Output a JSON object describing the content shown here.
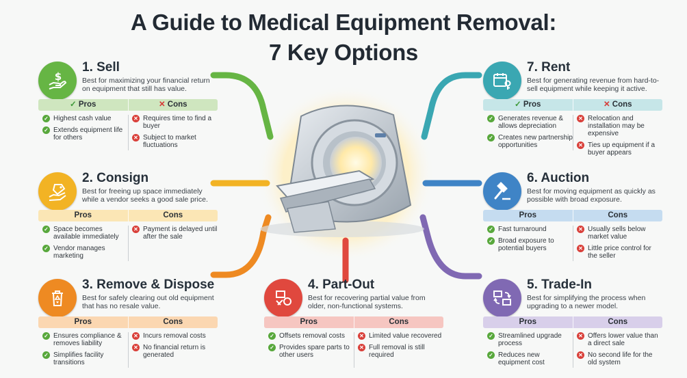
{
  "title_line1": "A Guide to Medical Equipment Removal:",
  "title_line2": "7 Key Options",
  "pros_label": "Pros",
  "cons_label": "Cons",
  "check_glyph": "✓",
  "cross_glyph": "✕",
  "cards": [
    {
      "id": "sell",
      "title": "1. Sell",
      "desc": "Best for maximizing your financial return on equipment that still has value.",
      "color": "#66b544",
      "bar": "#cfe6bf",
      "icon": "dollar-hand-icon",
      "marks": true,
      "pros": [
        "Highest cash value",
        "Extends equipment life for others"
      ],
      "cons": [
        "Requires time to find a buyer",
        "Subject to market fluctuations"
      ]
    },
    {
      "id": "consign",
      "title": "2. Consign",
      "desc": "Best for freeing up space immediately while a vendor seeks a good sale price.",
      "color": "#f2b324",
      "bar": "#fbe6b5",
      "icon": "tag-hand-icon",
      "marks": false,
      "pros": [
        "Space becomes available immediately",
        "Vendor manages marketing"
      ],
      "cons": [
        "Payment is delayed until after the sale"
      ]
    },
    {
      "id": "dispose",
      "title": "3. Remove & Dispose",
      "desc": "Best for safely clearing out old equipment that has no resale value.",
      "color": "#ee8a22",
      "bar": "#fbd7b1",
      "icon": "trash-recycle-icon",
      "marks": false,
      "pros": [
        "Ensures compliance & removes liability",
        "Simplifies facility transitions"
      ],
      "cons": [
        "Incurs removal costs",
        "No financial return is generated"
      ]
    },
    {
      "id": "partout",
      "title": "4. Part-Out",
      "desc": "Best for recovering partial value from older, non-functional systems.",
      "color": "#e0483e",
      "bar": "#f6c6c1",
      "icon": "parts-icon",
      "marks": false,
      "pros": [
        "Offsets removal costs",
        "Provides spare parts to other users"
      ],
      "cons": [
        "Limited value recovered",
        "Full removal is still required"
      ]
    },
    {
      "id": "tradein",
      "title": "5. Trade-In",
      "desc": "Best for simplifying the process when upgrading to a newer model.",
      "color": "#8069b3",
      "bar": "#d8cfea",
      "icon": "trade-monitors-icon",
      "marks": false,
      "pros": [
        "Streamlined upgrade process",
        "Reduces new equipment cost"
      ],
      "cons": [
        "Offers lower value than a direct sale",
        "No second life for the old system"
      ]
    },
    {
      "id": "auction",
      "title": "6. Auction",
      "desc": "Best for moving equipment as quickly as possible with broad exposure.",
      "color": "#3f84c6",
      "bar": "#c5dcf0",
      "icon": "gavel-icon",
      "marks": false,
      "pros": [
        "Fast turnaround",
        "Broad exposure to potential buyers"
      ],
      "cons": [
        "Usually sells below market value",
        "Little price control for the seller"
      ]
    },
    {
      "id": "rent",
      "title": "7. Rent",
      "desc": "Best for generating revenue from hard-to-sell equipment while keeping it active.",
      "color": "#3aa7b2",
      "bar": "#c6e6e8",
      "icon": "calendar-key-icon",
      "marks": true,
      "pros": [
        "Generates revenue & allows depreciation",
        "Creates new partnership opportunities"
      ],
      "cons": [
        "Relocation and installation may be expensive",
        "Ties up equipment if a buyer appears"
      ]
    }
  ]
}
